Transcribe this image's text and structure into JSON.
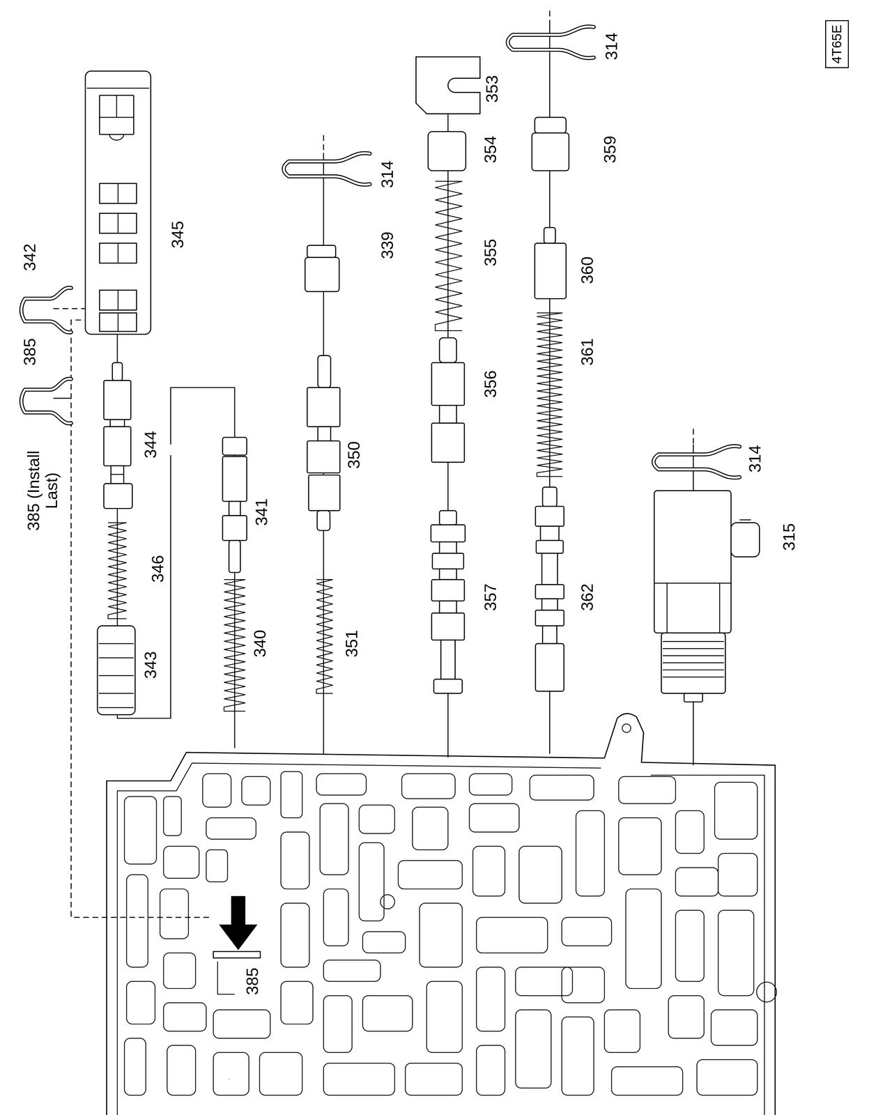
{
  "diagram": {
    "nodes": [
      {
        "text": [
          "4T65E"
        ]
      }
    ],
    "labels": [
      "385 (Install Last)",
      "385",
      "342",
      "345",
      "344",
      "346",
      "343",
      "341",
      "340",
      "314",
      "339",
      "350",
      "351",
      "353",
      "354",
      "355",
      "356",
      "357",
      "314",
      "359",
      "360",
      "361",
      "362",
      "314",
      "315",
      "385"
    ]
  }
}
